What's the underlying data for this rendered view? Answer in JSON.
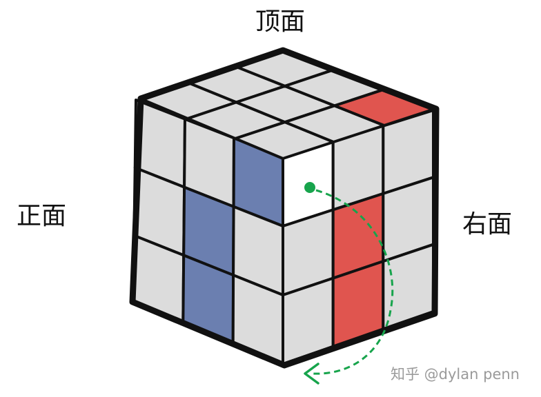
{
  "labels": {
    "top": "顶面",
    "front": "正面",
    "right": "右面"
  },
  "watermark": "知乎 @dylan penn",
  "colors": {
    "gray": "#dcdcdc",
    "blue": "#6b7fb0",
    "red": "#e0554f",
    "white": "#ffffff",
    "outline": "#111111",
    "arrow": "#17a44c"
  },
  "faces": {
    "top": [
      [
        "gray",
        "gray",
        "gray"
      ],
      [
        "gray",
        "gray",
        "gray"
      ],
      [
        "gray",
        "gray",
        "red"
      ]
    ],
    "front": [
      [
        "gray",
        "gray",
        "blue"
      ],
      [
        "gray",
        "blue",
        "gray"
      ],
      [
        "gray",
        "blue",
        "gray"
      ]
    ],
    "right": [
      [
        "white",
        "gray",
        "gray"
      ],
      [
        "gray",
        "red",
        "gray"
      ],
      [
        "gray",
        "red",
        "gray"
      ]
    ]
  },
  "arrow_icon": "dashed-curved-arrow"
}
